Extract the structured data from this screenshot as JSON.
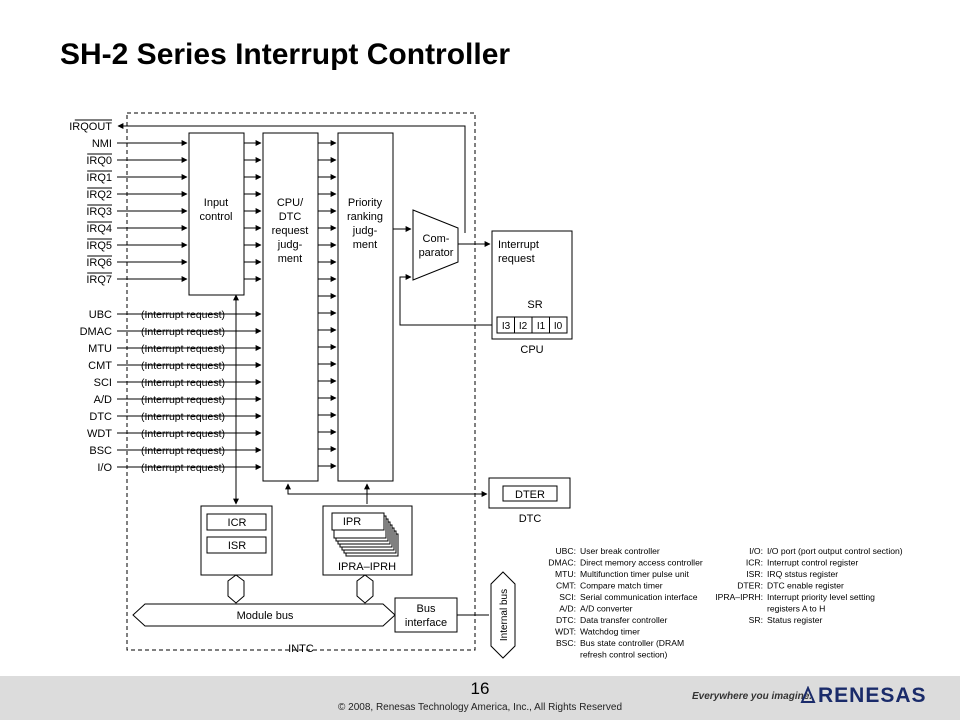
{
  "title": "SH-2 Series Interrupt Controller",
  "external_inputs": [
    "IRQOUT",
    "NMI",
    "IRQ0",
    "IRQ1",
    "IRQ2",
    "IRQ3",
    "IRQ4",
    "IRQ5",
    "IRQ6",
    "IRQ7"
  ],
  "peripherals": [
    "UBC",
    "DMAC",
    "MTU",
    "CMT",
    "SCI",
    "A/D",
    "DTC",
    "WDT",
    "BSC",
    "I/O"
  ],
  "interrupt_request_label": "(Interrupt request)",
  "blocks": {
    "input_control": [
      "Input",
      "control"
    ],
    "cpu_dtc": [
      "CPU/",
      "DTC",
      "request",
      "judg-",
      "ment"
    ],
    "priority": [
      "Priority",
      "ranking",
      "judg-",
      "ment"
    ],
    "comparator": [
      "Com-",
      "parator"
    ],
    "interrupt_request": [
      "Interrupt",
      "request"
    ],
    "sr": "SR",
    "sr_bits": [
      "I3",
      "I2",
      "I1",
      "I0"
    ],
    "cpu": "CPU",
    "dter": "DTER",
    "dtc": "DTC",
    "icr": "ICR",
    "isr": "ISR",
    "ipr": "IPR",
    "ipra_iprh": "IPRA–IPRH",
    "module_bus": "Module bus",
    "bus_interface": [
      "Bus",
      "interface"
    ],
    "internal_bus": "Internal bus",
    "intc": "INTC"
  },
  "legend_left": [
    {
      "abbr": "UBC:",
      "desc": "User break controller"
    },
    {
      "abbr": "DMAC:",
      "desc": "Direct memory access controller"
    },
    {
      "abbr": "MTU:",
      "desc": "Multifunction timer pulse unit"
    },
    {
      "abbr": "CMT:",
      "desc": "Compare match timer"
    },
    {
      "abbr": "SCI:",
      "desc": "Serial communication interface"
    },
    {
      "abbr": "A/D:",
      "desc": "A/D converter"
    },
    {
      "abbr": "DTC:",
      "desc": "Data transfer controller"
    },
    {
      "abbr": "WDT:",
      "desc": "Watchdog timer"
    },
    {
      "abbr": "BSC:",
      "desc": "Bus state controller (DRAM"
    },
    {
      "abbr": "",
      "desc": "refresh control section)"
    }
  ],
  "legend_right": [
    {
      "abbr": "I/O:",
      "desc": "I/O port (port output control section)"
    },
    {
      "abbr": "ICR:",
      "desc": "Interrupt control register"
    },
    {
      "abbr": "ISR:",
      "desc": "IRQ ststus register"
    },
    {
      "abbr": "DTER:",
      "desc": "DTC enable register"
    },
    {
      "abbr": "IPRA–IPRH:",
      "desc": "Interrupt priority level setting"
    },
    {
      "abbr": "",
      "desc": "registers A to H"
    },
    {
      "abbr": "SR:",
      "desc": "Status register"
    }
  ],
  "footer": {
    "page_number": "16",
    "copyright": "© 2008, Renesas Technology America, Inc., All Rights Reserved",
    "tagline": "Everywhere you imagine.",
    "brand": "RENESAS"
  }
}
